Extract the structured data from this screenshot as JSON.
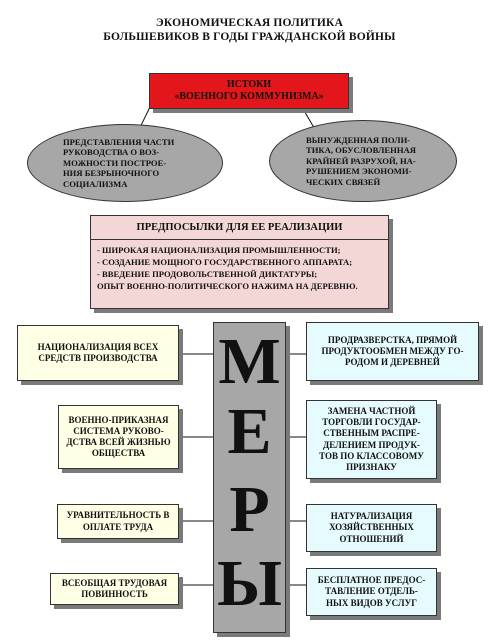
{
  "title": {
    "line1": "ЭКОНОМИЧЕСКАЯ ПОЛИТИКА",
    "line2": "БОЛЬШЕВИКОВ В ГОДЫ ГРАЖДАНСКОЙ ВОЙНЫ"
  },
  "origins": {
    "line1": "ИСТОКИ",
    "line2": "«ВОЕННОГО КОММУНИЗМА»",
    "left": [
      "ПРЕДСТАВЛЕНИЯ ЧАСТИ",
      "РУКОВОДСТВА О ВОЗ-",
      "МОЖНОСТИ ПОСТРОЕ-",
      "НИЯ БЕЗРЫНОЧНОГО",
      "СОЦИАЛИЗМА"
    ],
    "right": [
      "ВЫНУЖДЕННАЯ ПОЛИ-",
      "ТИКА, ОБУСЛОВЛЕННАЯ",
      "КРАЙНЕЙ РАЗРУХОЙ, НА-",
      "РУШЕНИЕМ ЭКОНОМИ-",
      "ЧЕСКИХ СВЯЗЕЙ"
    ]
  },
  "prerequisites": {
    "header": "ПРЕДПОСЫЛКИ ДЛЯ ЕЕ РЕАЛИЗАЦИИ",
    "items": [
      "- ШИРОКАЯ НАЦИОНАЛИЗАЦИЯ  ПРОМЫШЛЕННОСТИ;",
      "- СОЗДАНИЕ  МОЩНОГО ГОСУДАРСТВЕННОГО  АППАРАТА;",
      "- ВВЕДЕНИЕ  ПРОДОВОЛЬСТВЕННОЙ  ДИКТАТУРЫ;",
      "ОПЫТ ВОЕННО-ПОЛИТИЧЕСКОГО  НАЖИМА НА ДЕРЕВНЮ."
    ]
  },
  "measures": {
    "letters": [
      "М",
      "Е",
      "Р",
      "Ы"
    ],
    "left": [
      [
        "НАЦИОНАЛИЗАЦИЯ  ВСЕХ",
        "СРЕДСТВ ПРОИЗВОДСТВА"
      ],
      [
        "ВОЕННО-ПРИКАЗНАЯ",
        "СИСТЕМА РУКОВО-",
        "ДСТВА ВСЕЙ ЖИЗНЬЮ",
        "ОБЩЕСТВА"
      ],
      [
        "УРАВНИТЕЛЬНОСТЬ В",
        "ОПЛАТЕ ТРУДА"
      ],
      [
        "ВСЕОБЩАЯ ТРУДОВАЯ",
        "ПОВИННОСТЬ"
      ]
    ],
    "right": [
      [
        "ПРОДРАЗВЕРСТКА, ПРЯМОЙ",
        "ПРОДУКТООБМЕН МЕЖДУ ГО-",
        "РОДОМ И ДЕРЕВНЕЙ"
      ],
      [
        "ЗАМЕНА ЧАСТНОЙ",
        "ТОРГОВЛИ ГОСУДАР-",
        "СТВЕННЫМ РАСПРЕ-",
        "ДЕЛЕНИЕМ ПРОДУК-",
        "ТОВ ПО КЛАССОВОМУ",
        "ПРИЗНАКУ"
      ],
      [
        "НАТУРАЛИЗАЦИЯ",
        "ХОЗЯЙСТВЕННЫХ",
        "ОТНОШЕНИЙ"
      ],
      [
        "БЕСПЛАТНОЕ ПРЕДОС-",
        "ТАВЛЕНИЕ ОТДЕЛЬ-",
        "НЫХ ВИДОВ УСЛУГ"
      ]
    ]
  }
}
